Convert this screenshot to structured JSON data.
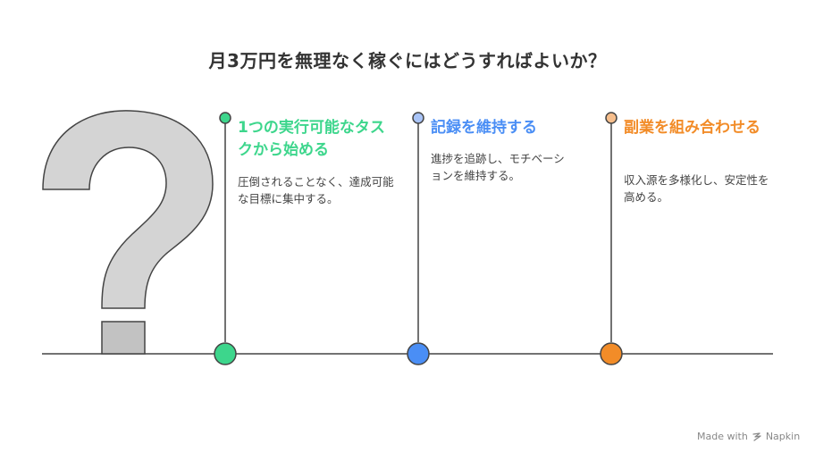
{
  "title": "月3万円を無理なく稼ぐにはどうすればよいか？",
  "steps": [
    {
      "heading": "1つの実行可能なタスクから始める",
      "description": "圧倒されることなく、達成可能な目標に集中する。",
      "color": "#3dd68c"
    },
    {
      "heading": "記録を維持する",
      "description": "進捗を追跡し、モチベーションを維持する。",
      "color": "#4a8ef5"
    },
    {
      "heading": "副業を組み合わせる",
      "description": "収入源を多様化し、安定性を高める。",
      "color": "#f28c28"
    }
  ],
  "footer": {
    "made_with": "Made with",
    "brand": "Napkin"
  }
}
